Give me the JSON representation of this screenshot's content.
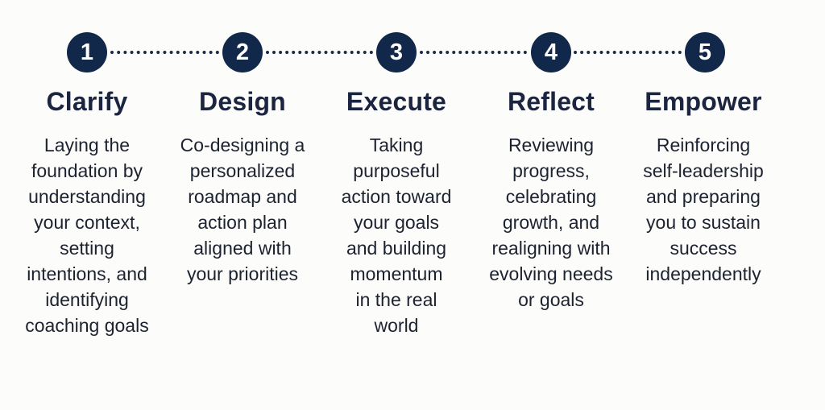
{
  "diagram": {
    "type": "process-timeline",
    "accent_color": "#12284a",
    "steps": [
      {
        "number": "1",
        "title": "Clarify",
        "lines": [
          "Laying the",
          "foundation by",
          "understanding",
          "your context,",
          "setting",
          "intentions, and",
          "identifying",
          "coaching goals"
        ]
      },
      {
        "number": "2",
        "title": "Design",
        "lines": [
          "Co-designing a",
          "personalized",
          "roadmap and",
          "action plan",
          "aligned with",
          "your priorities"
        ]
      },
      {
        "number": "3",
        "title": "Execute",
        "lines": [
          "Taking",
          "purposeful",
          "action toward",
          "your goals",
          "and building",
          "momentum",
          "in the real",
          "world"
        ]
      },
      {
        "number": "4",
        "title": "Reflect",
        "lines": [
          "Reviewing",
          "progress,",
          "celebrating",
          "growth, and",
          "realigning with",
          "evolving needs",
          "or goals"
        ]
      },
      {
        "number": "5",
        "title": "Empower",
        "lines": [
          "Reinforcing",
          "self-leadership",
          "and preparing",
          "you to sustain",
          "success",
          "independently"
        ]
      }
    ]
  }
}
